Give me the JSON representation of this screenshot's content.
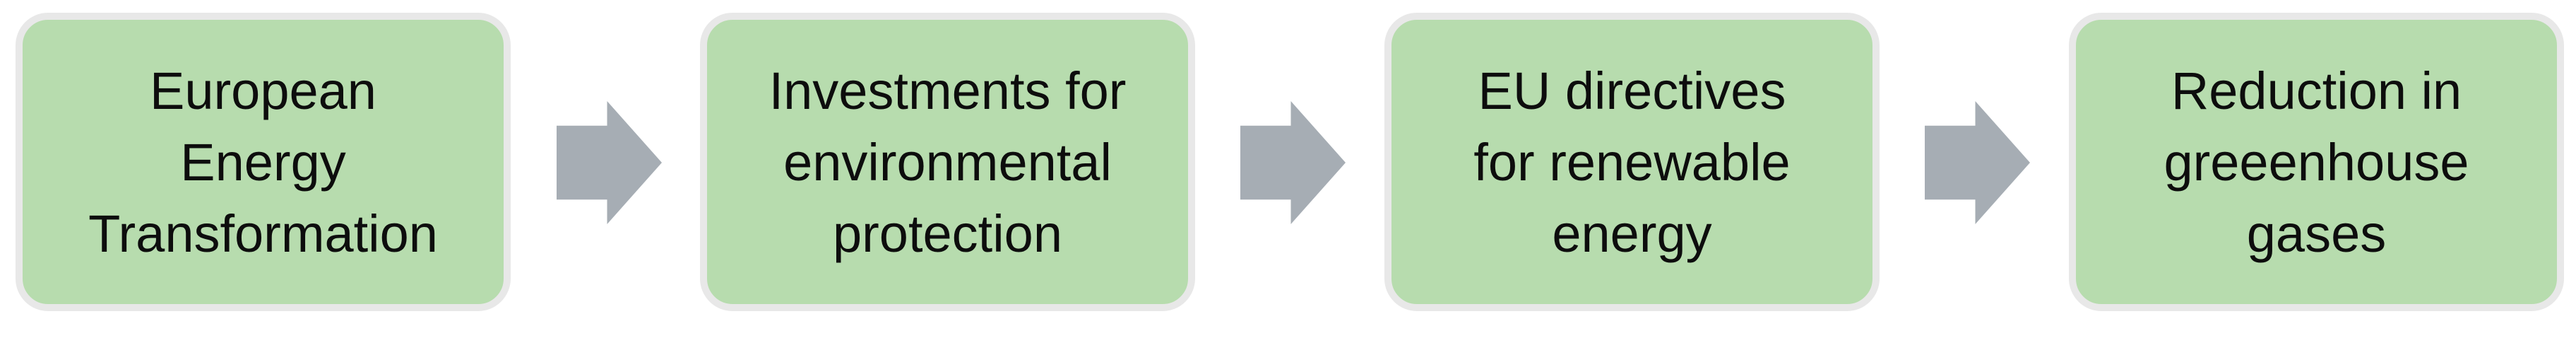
{
  "diagram": {
    "type": "process-flow",
    "direction": "left-to-right",
    "connector": "right-block-arrow",
    "steps": [
      {
        "label": "European Energy Transformation",
        "lines": [
          "European",
          "Energy",
          "Transformation"
        ]
      },
      {
        "label": "Investments for environmental protection",
        "lines": [
          "Investments for",
          "environmental",
          "protection"
        ]
      },
      {
        "label": "EU directives for renewable energy",
        "lines": [
          "EU directives",
          "for renewable",
          "energy"
        ]
      },
      {
        "label": "Reduction in greeenhouse gases",
        "lines": [
          "Reduction in",
          "greeenhouse",
          "gases"
        ]
      }
    ],
    "colors": {
      "box_fill": "#b7dcae",
      "box_border": "#e8e8e8",
      "arrow_fill": "#a6adb4",
      "text": "#0d0d0d",
      "background": "#ffffff"
    }
  }
}
